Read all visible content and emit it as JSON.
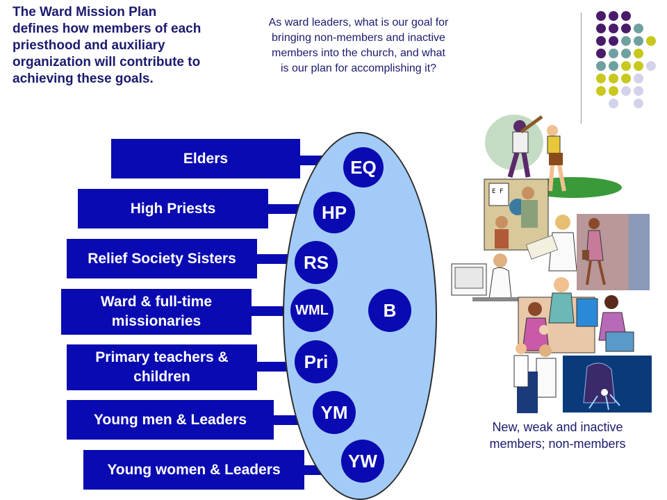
{
  "intro_text": "The Ward Mission Plan defines how members of each priesthood and auxiliary organization will contribute to achieving these goals.",
  "question_text": "As ward leaders, what is our goal for bringing non-members and inactive members into the church, and what is our plan for accomplishing it?",
  "caption_text": "New, weak and inactive members; non-members",
  "colors": {
    "bar": "#0a0ab2",
    "oval": "#a3cbf7",
    "dot_purple": "#4a1a6b",
    "dot_teal": "#6fa0a0",
    "dot_yellow": "#c8c81e",
    "dot_lavender": "#d2d2ea"
  },
  "organizations": [
    {
      "label": "Elders"
    },
    {
      "label": "High Priests"
    },
    {
      "label": "Relief Society Sisters"
    },
    {
      "label": "Ward & full-time missionaries"
    },
    {
      "label": "Primary teachers & children"
    },
    {
      "label": "Young men & Leaders"
    },
    {
      "label": "Young women & Leaders"
    }
  ],
  "circles": [
    {
      "label": "EQ"
    },
    {
      "label": "HP"
    },
    {
      "label": "RS"
    },
    {
      "label": "WML"
    },
    {
      "label": "B"
    },
    {
      "label": "Pri"
    },
    {
      "label": "YM"
    },
    {
      "label": "YW"
    }
  ],
  "clipart": [
    {
      "icon": "sports-clipart"
    },
    {
      "icon": "eye-exam-clipart"
    },
    {
      "icon": "office-worker-clipart"
    },
    {
      "icon": "engineer-clipart"
    },
    {
      "icon": "shopper-clipart"
    },
    {
      "icon": "family-clipart"
    },
    {
      "icon": "doctor-clipart"
    },
    {
      "icon": "computer-user-clipart"
    },
    {
      "icon": "nurse-clipart"
    },
    {
      "icon": "welder-clipart"
    }
  ]
}
